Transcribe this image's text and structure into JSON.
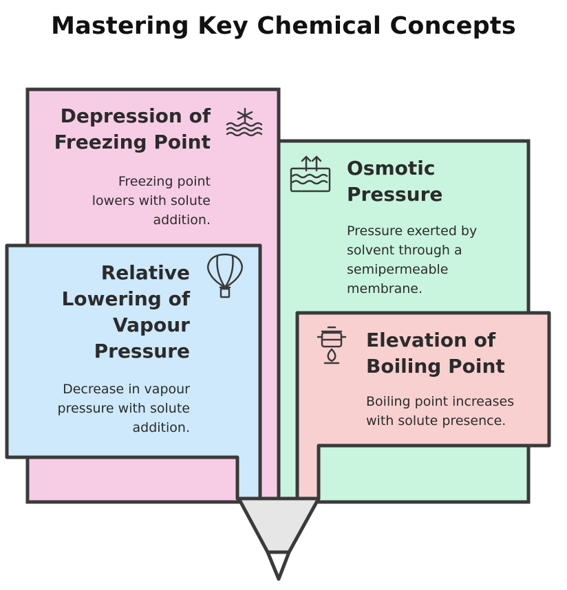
{
  "title": "Mastering Key Chemical Concepts",
  "cards": [
    {
      "id": "freezing",
      "heading_lines": [
        "Depression of",
        "Freezing Point"
      ],
      "description_lines": [
        "Freezing point",
        "lowers with solute",
        "addition."
      ],
      "fill": "#f7cde6",
      "icon": "snowflake-water-icon"
    },
    {
      "id": "osmotic",
      "heading_lines": [
        "Osmotic",
        "Pressure"
      ],
      "description_lines": [
        "Pressure exerted by",
        "solvent through a",
        "semipermeable",
        "membrane."
      ],
      "fill": "#c9f5de",
      "icon": "arrows-up-water-icon"
    },
    {
      "id": "vapour",
      "heading_lines": [
        "Relative",
        "Lowering of",
        "Vapour",
        "Pressure"
      ],
      "description_lines": [
        "Decrease in vapour",
        "pressure with solute",
        "addition."
      ],
      "fill": "#cde9fb",
      "icon": "hot-air-balloon-icon"
    },
    {
      "id": "boiling",
      "heading_lines": [
        "Elevation of",
        "Boiling Point"
      ],
      "description_lines": [
        "Boiling point increases",
        "with solute presence."
      ],
      "fill": "#f9d0d0",
      "icon": "pot-on-flame-icon"
    }
  ],
  "pencil_tip_fill": "#e6e6e6",
  "outline_color": "#3a3a3a"
}
